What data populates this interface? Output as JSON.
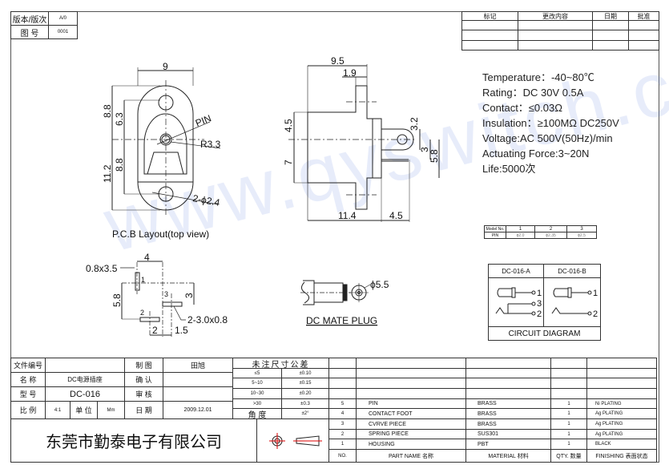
{
  "revision_block": {
    "version_label": "版本/版次",
    "version_value": "A/0",
    "drawing_no_label": "图 号",
    "drawing_no_value": "0001"
  },
  "change_table": {
    "headers": [
      "标记",
      "更改内容",
      "日期",
      "批准"
    ]
  },
  "pcb_layout": {
    "title": "P.C.B Layout(top view)",
    "dims": {
      "width": "9",
      "top_outer": "8.8",
      "top_inner": "6.3",
      "bottom_outer": "11.2",
      "bottom_inner": "8.8",
      "pin_label": "PIN",
      "radius": "R3.3",
      "holes": "2-ϕ2.4"
    }
  },
  "side_view": {
    "dims": {
      "top_total": "9.5",
      "flange": "1.9",
      "upper": "4.5",
      "lower": "7",
      "body_len": "11.4",
      "pin_len": "4.5",
      "tab": "3.2",
      "gap": "3",
      "pin_offset": "5.8"
    }
  },
  "specs": [
    "Temperature：-40~80℃",
    "Rating：DC 30V 0.5A",
    "Contact：≤0.03Ω",
    "Insulation：≥100MΩ DC250V",
    "Voltage:AC 500V(50Hz)/min",
    "Actuating Force:3~20N",
    "Life:5000次"
  ],
  "model_table": {
    "headers": [
      "Model No.",
      "1",
      "2",
      "3"
    ],
    "row_label": "PIN",
    "values": [
      "ϕ2.0",
      "ϕ2.35",
      "ϕ2.5"
    ]
  },
  "pin_layout": {
    "dims": {
      "top": "4",
      "slot1": "0.8x3.5",
      "left": "5.8",
      "right": "3",
      "slots": "2-3.0x0.8",
      "bottom_a": "2",
      "bottom_b": "1.5"
    },
    "pins": [
      "1",
      "2",
      "3"
    ]
  },
  "mate_plug": {
    "title": "DC MATE PLUG",
    "diameter": "ϕ5.5"
  },
  "circuit": {
    "model_a": "DC-016-A",
    "model_b": "DC-016-B",
    "title": "CIRCUIT DIAGRAM",
    "pins_a": [
      "1",
      "3",
      "2"
    ],
    "pins_b": [
      "1",
      "2"
    ]
  },
  "watermark": "www.qyswitch.com",
  "title_block": {
    "file_no_label": "文件编号",
    "file_no_value": "",
    "name_label": "名 称",
    "name_value": "DC电源插座",
    "model_label": "型 号",
    "model_value": "DC-016",
    "scale_label": "比 例",
    "scale_value": "4:1",
    "unit_label": "单 位",
    "unit_value": "Mm",
    "drawn_label": "制 图",
    "drawn_value": "田旭",
    "confirm_label": "确 认",
    "confirm_value": "",
    "review_label": "审 核",
    "review_value": "",
    "date_label": "日 期",
    "date_value": "2009.12.01",
    "company": "东莞市勤泰电子有限公司"
  },
  "tolerance": {
    "title": "未注尺寸公差",
    "rows": [
      [
        "≤5",
        "±0.10"
      ],
      [
        "5~10",
        "±0.15"
      ],
      [
        "10~30",
        "±0.20"
      ],
      [
        ">30",
        "±0.3"
      ],
      [
        "角 度",
        "±2°"
      ]
    ]
  },
  "parts": {
    "headers": [
      "NO.",
      "PART NAME 名称",
      "MATERIAL 材料",
      "QTY. 数量",
      "FINISHING 表面状态"
    ],
    "rows": [
      [
        "5",
        "PIN",
        "BRASS",
        "1",
        "Ni PLATING"
      ],
      [
        "4",
        "CONTACT  FOOT",
        "BRASS",
        "1",
        "Ag PLATING"
      ],
      [
        "3",
        "CVRVE  PIECE",
        "BRASS",
        "1",
        "Ag PLATING"
      ],
      [
        "2",
        "SPRING  PIECE",
        "SUS301",
        "1",
        "Ag PLATING"
      ],
      [
        "1",
        "HOUSING",
        "PBT",
        "1",
        "BLACK"
      ]
    ]
  }
}
